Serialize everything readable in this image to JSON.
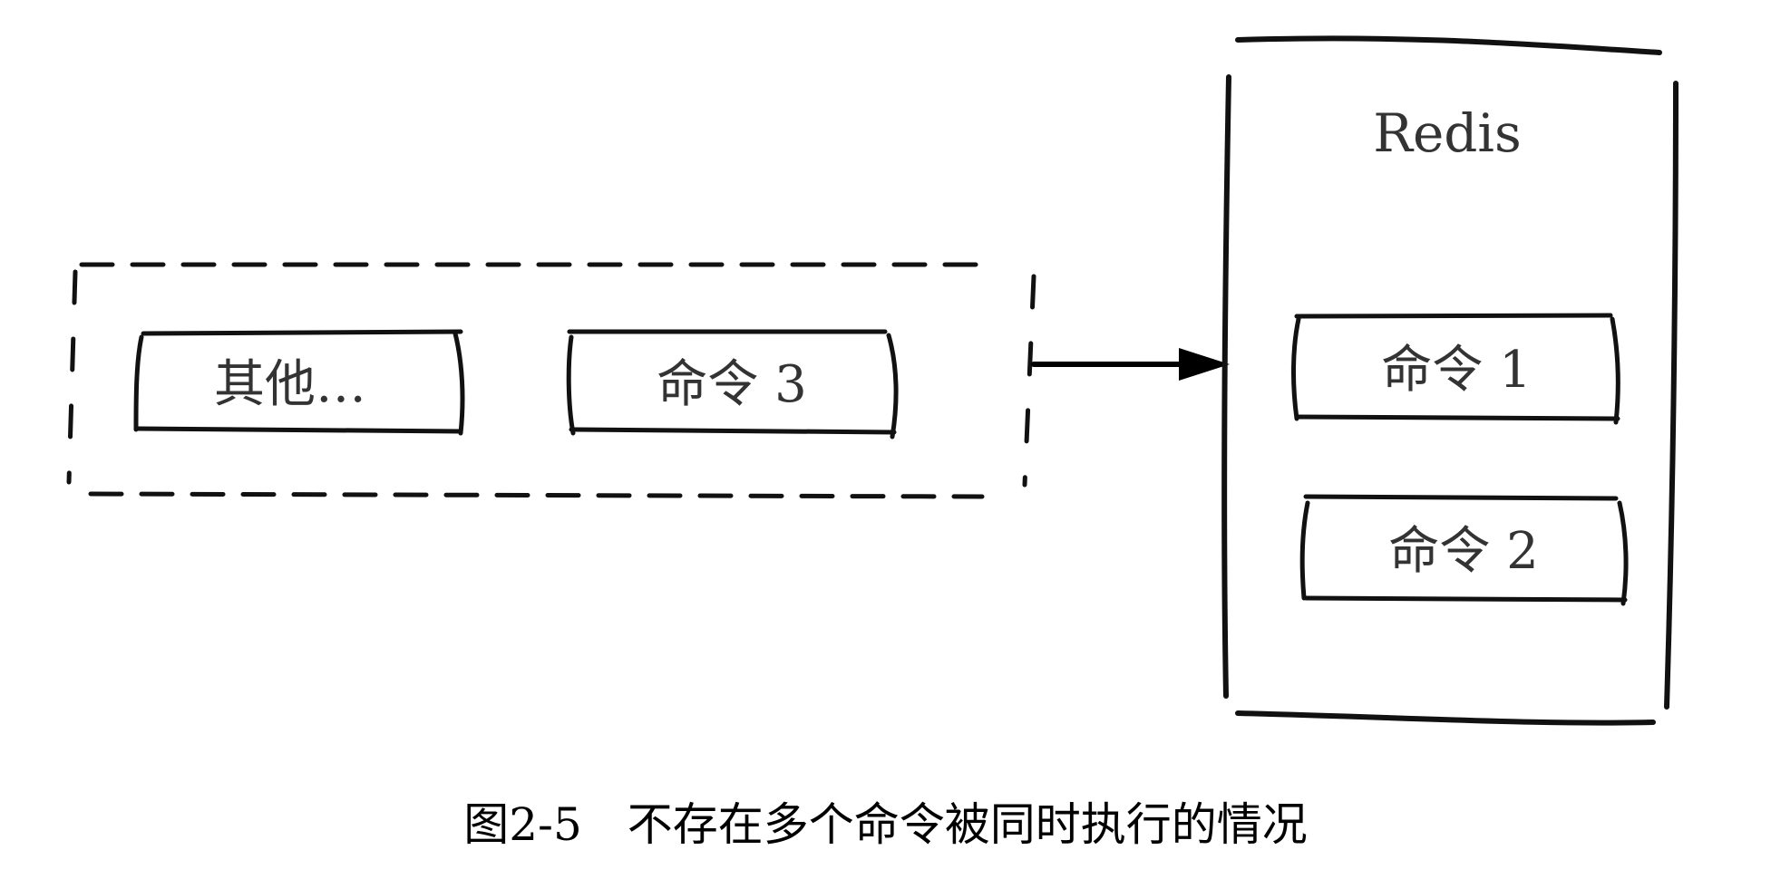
{
  "diagram": {
    "queue_items": [
      "其他…",
      "命令 3"
    ],
    "server": {
      "title": "Redis",
      "commands": [
        "命令 1",
        "命令 2"
      ]
    }
  },
  "caption": "图2-5　不存在多个命令被同时执行的情况"
}
